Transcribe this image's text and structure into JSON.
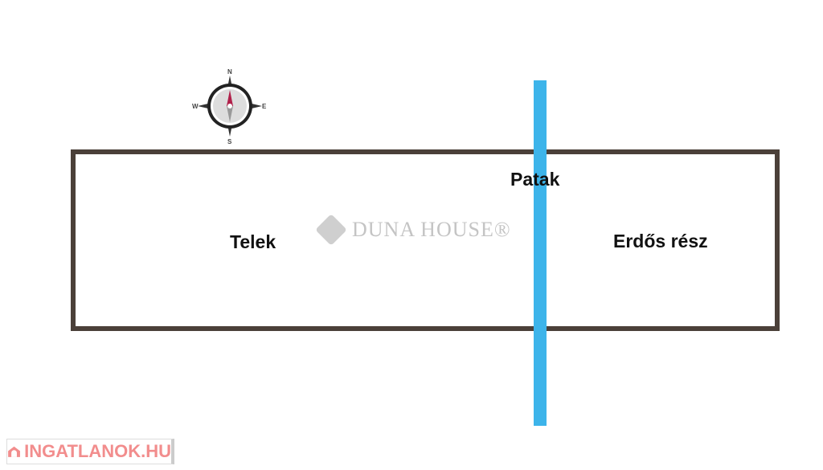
{
  "labels": {
    "plot": "Telek",
    "stream": "Patak",
    "forest": "Erdős rész"
  },
  "compass": {
    "n": "N",
    "e": "E",
    "s": "S",
    "w": "W"
  },
  "watermark": "DUNA HOUSE®",
  "badge": "INGATLANOK.HU",
  "colors": {
    "border": "#4b4039",
    "stream": "#3db4ea",
    "badge": "#f28d8d"
  }
}
